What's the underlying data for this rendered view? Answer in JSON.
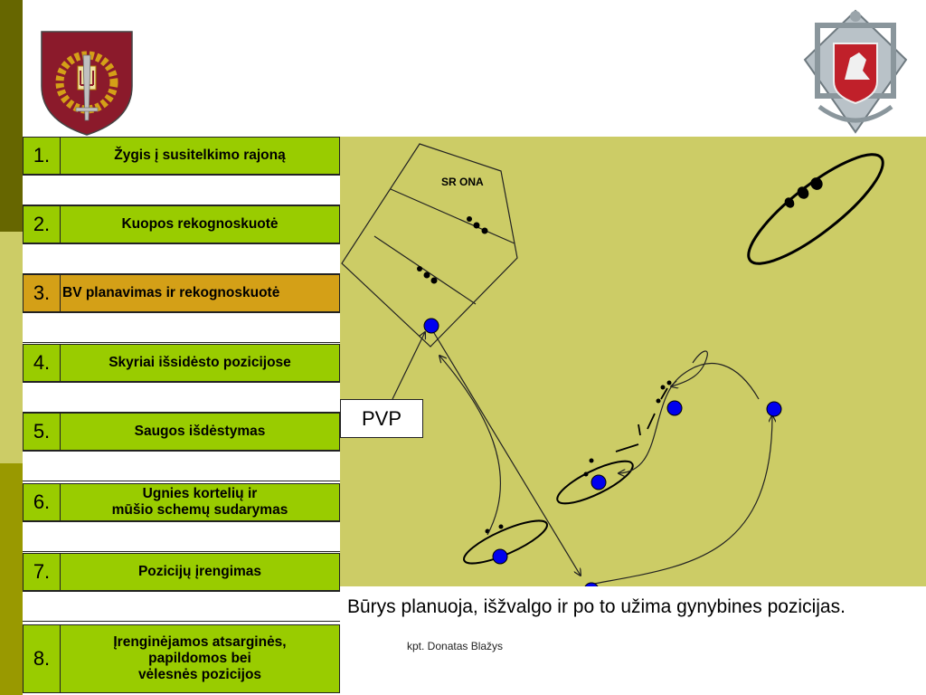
{
  "steps": [
    {
      "num": "1.",
      "label": "Žygis į susitelkimo rajoną"
    },
    {
      "num": "2.",
      "label": "Kuopos rekognoskuotė"
    },
    {
      "num": "3.",
      "label": "BV planavimas ir rekognoskuotė"
    },
    {
      "num": "4.",
      "label": "Skyriai išsidėsto pozicijose"
    },
    {
      "num": "5.",
      "label": "Saugos išdėstymas"
    },
    {
      "num": "6.",
      "label": "Ugnies kortelių ir\nmūšio schemų sudarymas"
    },
    {
      "num": "7.",
      "label": "Pozicijų įrengimas"
    },
    {
      "num": "8.",
      "label": "Įrenginėjamos atsarginės,\npapildomos  bei\nvėlesnės pozicijos"
    }
  ],
  "active_step": 3,
  "map": {
    "sector_label": "SR ONA",
    "pvp_label": "PVP"
  },
  "caption": "Būrys planuoja, išžvalgo ir po to užima gynybines pozicijas.",
  "author": "kpt. Donatas Blažys",
  "colors": {
    "step_fill": "#99cc00",
    "active_fill": "#d4a017",
    "map_fill": "#cccc66",
    "bar_dark": "#666600",
    "bar_light": "#cccc66",
    "bar_mid": "#999900",
    "unit_marker": "#0000ee"
  },
  "icons": {
    "left_emblem": "military-academy-shield-icon",
    "right_emblem": "vytis-knight-badge-icon"
  }
}
